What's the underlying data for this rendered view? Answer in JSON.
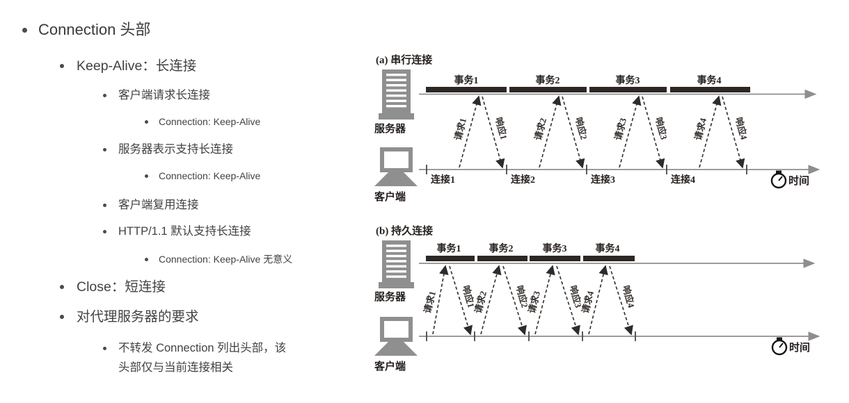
{
  "outline": {
    "items": [
      {
        "level": 1,
        "text": "Connection 头部"
      },
      {
        "level": 2,
        "text": "Keep-Alive：长连接"
      },
      {
        "level": 3,
        "text": "客户端请求长连接"
      },
      {
        "level": 4,
        "text": "Connection: Keep-Alive"
      },
      {
        "level": 3,
        "text": "服务器表示支持长连接"
      },
      {
        "level": 4,
        "text": "Connection: Keep-Alive"
      },
      {
        "level": 3,
        "text": "客户端复用连接"
      },
      {
        "level": 3,
        "text": "HTTP/1.1 默认支持长连接"
      },
      {
        "level": 4,
        "text": "Connection: Keep-Alive 无意义"
      },
      {
        "level": 2,
        "text": "Close：短连接"
      },
      {
        "level": 2,
        "text": "对代理服务器的要求"
      },
      {
        "level": 3,
        "text": "不转发 Connection 列出头部，该头部仅与当前连接相关"
      }
    ]
  },
  "diagram": {
    "colors": {
      "bar": "#2d2724",
      "timeline": "#8e8e8e",
      "arrow": "#383838",
      "icon": "#8f8f8f",
      "text": "#26211f"
    },
    "serial": {
      "title": "(a) 串行连接",
      "server_label": "服务器",
      "client_label": "客户端",
      "time_label": "时间",
      "transactions": [
        "事务1",
        "事务2",
        "事务3",
        "事务4"
      ],
      "connections": [
        "连接1",
        "连接2",
        "连接3",
        "连接4"
      ],
      "requests": [
        "请求1",
        "请求2",
        "请求3",
        "请求4"
      ],
      "responses": [
        "响应1",
        "响应2",
        "响应3",
        "响应4"
      ]
    },
    "persistent": {
      "title": "(b) 持久连接",
      "server_label": "服务器",
      "client_label": "客户端",
      "time_label": "时间",
      "transactions": [
        "事务1",
        "事务2",
        "事务3",
        "事务4"
      ],
      "requests": [
        "请求1",
        "请求2",
        "请求3",
        "请求4"
      ],
      "responses": [
        "响应1",
        "响应2",
        "响应3",
        "响应4"
      ]
    }
  }
}
